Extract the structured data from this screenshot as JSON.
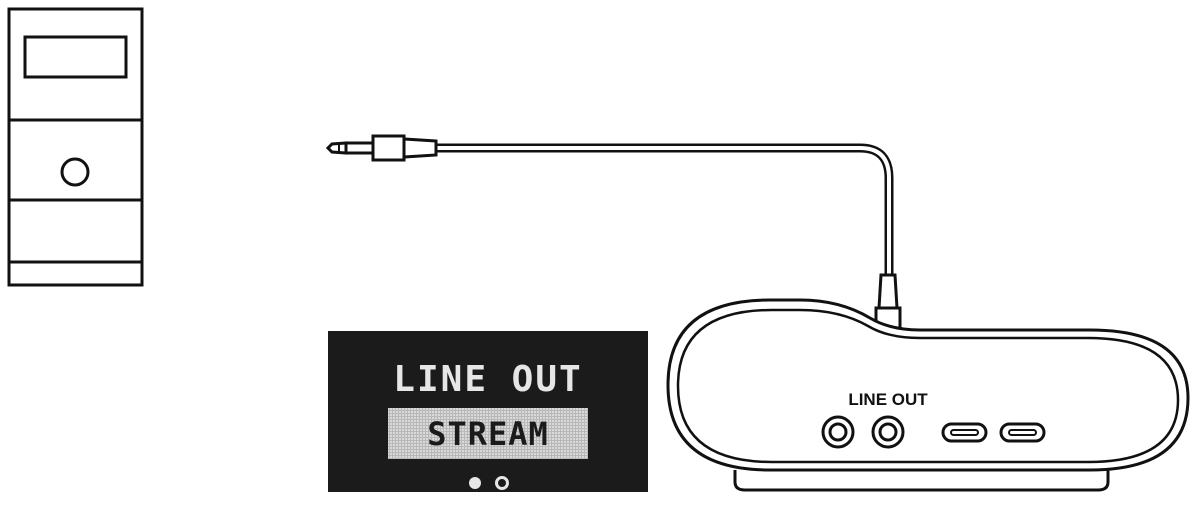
{
  "display": {
    "title": "LINE OUT",
    "selected_option": "STREAM",
    "page_indicator": {
      "pages": 2,
      "active": 1
    }
  },
  "device": {
    "port_label": "LINE OUT"
  },
  "colors": {
    "line": "#111111",
    "screen_bg": "#1b1b1b",
    "screen_text": "#e6e6e6",
    "highlight_bg": "#d9d9d9",
    "highlight_text": "#1b1b1b"
  }
}
